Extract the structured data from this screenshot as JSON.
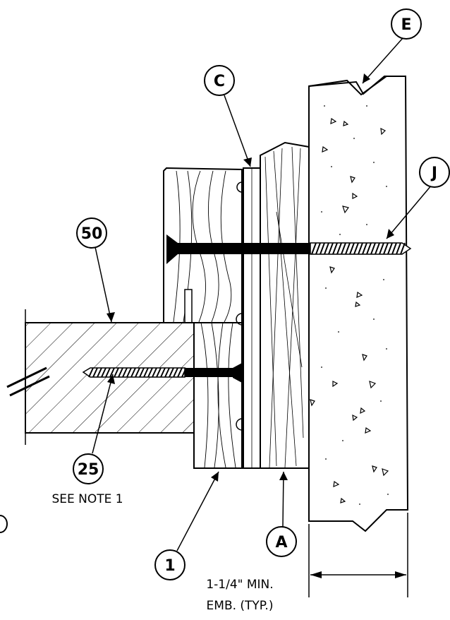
{
  "callouts": {
    "e": "E",
    "c": "C",
    "j": "J",
    "fifty": "50",
    "twentyfive": "25",
    "one": "1",
    "a": "A"
  },
  "notes": {
    "see_note": "SEE NOTE 1",
    "embed_line1": "1-1/4\" MIN.",
    "embed_line2": "EMB. (TYP.)"
  }
}
